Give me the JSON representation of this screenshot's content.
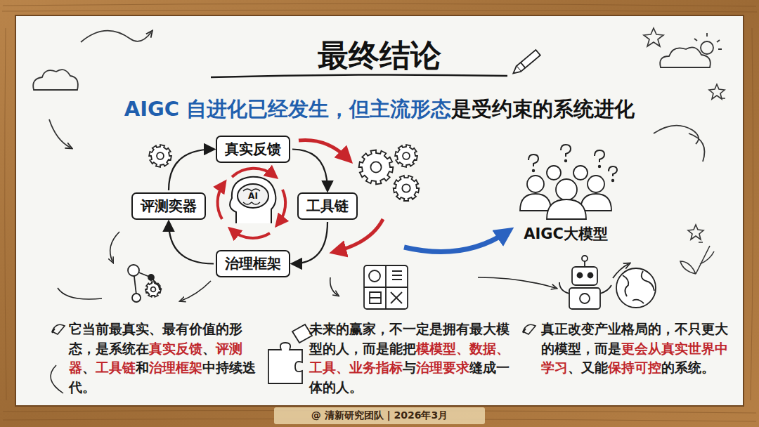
{
  "diagram": {
    "title": "最终结论",
    "caption": "@ 清新研究团队 | 2026年3月",
    "nodes": [
      {
        "text": [
          "真实反馈"
        ]
      },
      {
        "text": [
          "评测奕器"
        ]
      },
      {
        "text": [
          "工具链"
        ]
      },
      {
        "text": [
          "治理框架"
        ]
      }
    ],
    "edges": [
      {
        "from": 0,
        "to": 2,
        "arrow": "to"
      },
      {
        "from": 2,
        "to": 3,
        "arrow": "to"
      },
      {
        "from": 3,
        "to": 1,
        "arrow": "to"
      },
      {
        "from": 1,
        "to": 0,
        "arrow": "to"
      }
    ],
    "labels": [
      "AIGC 自进化已经发生，但主流形态是受约束的系统进化",
      "AI",
      "AIGC大模型",
      "它当前最真实、最有价值的形态，是系统在真实反馈、评测器、工具链和治理框架中持续迭代。",
      "未来的赢家，不一定是拥有最大模型的人，而是能把模模型、数据、工具、业务指标与治理要求缝成一体的人。",
      "真正改变产业格局的，不只更大的模型，而是更会从真实世界中学习、又能保持可控的系统。"
    ]
  }
}
